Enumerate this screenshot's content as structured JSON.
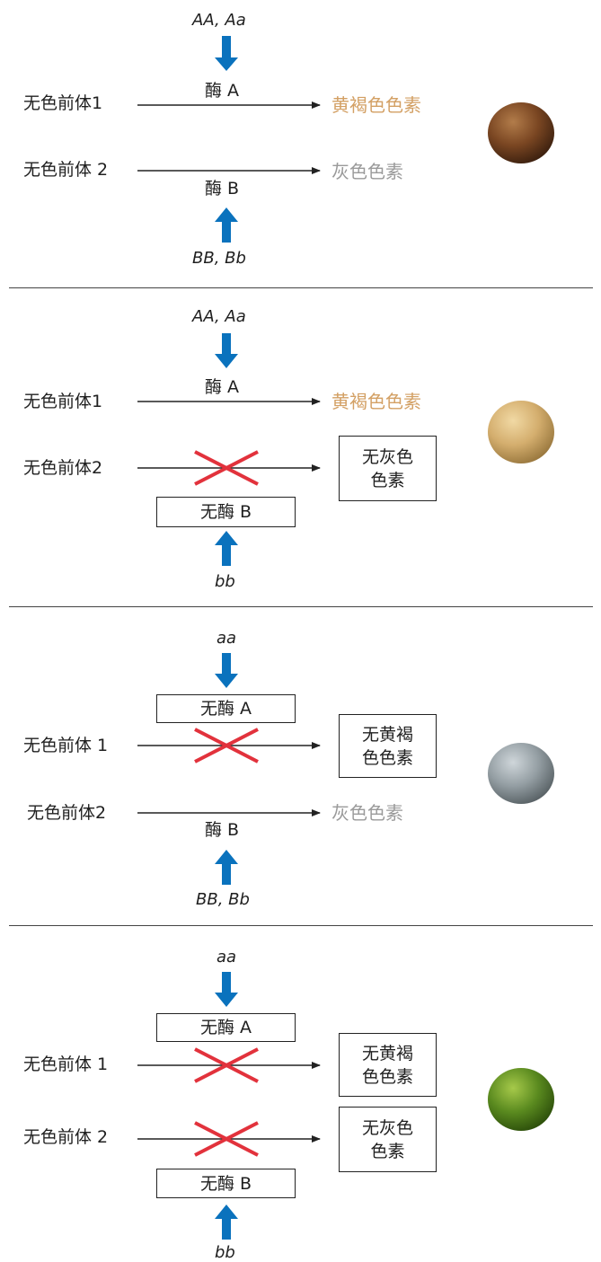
{
  "panels": [
    {
      "geno_top": "AA, Aa",
      "precursor1": "无色前体1",
      "precursor2": "无色前体 2",
      "enzyme_a": "酶 A",
      "enzyme_b": "酶 B",
      "product1": "黄褐色色素",
      "product2": "灰色色素",
      "geno_bottom": "BB, Bb",
      "seed_color": "#6b3f1e"
    },
    {
      "geno_top": "AA, Aa",
      "precursor1": "无色前体1",
      "precursor2": "无色前体2",
      "enzyme_a": "酶 A",
      "enzyme_b_box": "无酶 B",
      "product1": "黄褐色色素",
      "product2_box": "无灰色\n色素",
      "geno_bottom": "bb",
      "seed_color": "#d3ad6d"
    },
    {
      "geno_top": "aa",
      "enzyme_a_box": "无酶 A",
      "precursor1": "无色前体 1",
      "precursor2": "无色前体2",
      "product1_box": "无黄褐\n色色素",
      "product2": "灰色色素",
      "enzyme_b": "酶 B",
      "geno_bottom": "BB, Bb",
      "seed_color": "#8e979c"
    },
    {
      "geno_top": "aa",
      "enzyme_a_box": "无酶 A",
      "precursor1": "无色前体 1",
      "precursor2": "无色前体 2",
      "product1_box": "无黄褐\n色色素",
      "product2_box": "无灰色\n色素",
      "enzyme_b_box": "无酶 B",
      "geno_bottom": "bb",
      "seed_color": "#4d7a1c"
    }
  ]
}
